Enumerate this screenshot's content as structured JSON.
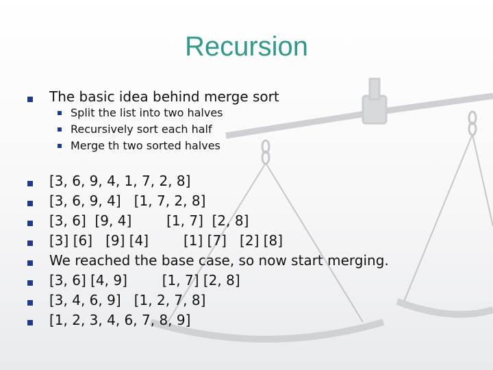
{
  "slide": {
    "title": "Recursion",
    "intro": "The basic idea behind merge sort",
    "sub_points": [
      "Split the list into two halves",
      "Recursively sort each half",
      "Merge th two sorted halves"
    ],
    "steps": [
      "[3, 6, 9, 4, 1, 7, 2, 8]",
      "[3, 6, 9, 4]   [1, 7, 2, 8]",
      "[3, 6]  [9, 4]        [1, 7]  [2, 8]",
      "[3] [6]   [9] [4]        [1] [7]   [2] [8]",
      "We reached the base case, so now start merging.",
      "[3, 6] [4, 9]        [1, 7] [2, 8]",
      "[3, 4, 6, 9]   [1, 2, 7, 8]",
      "[1, 2, 3, 4, 6, 7, 8, 9]"
    ]
  },
  "colors": {
    "title": "#2f9a8a",
    "bullet": "#1f3a8a",
    "text": "#111111"
  },
  "background_icon": "balance-scale-watermark"
}
